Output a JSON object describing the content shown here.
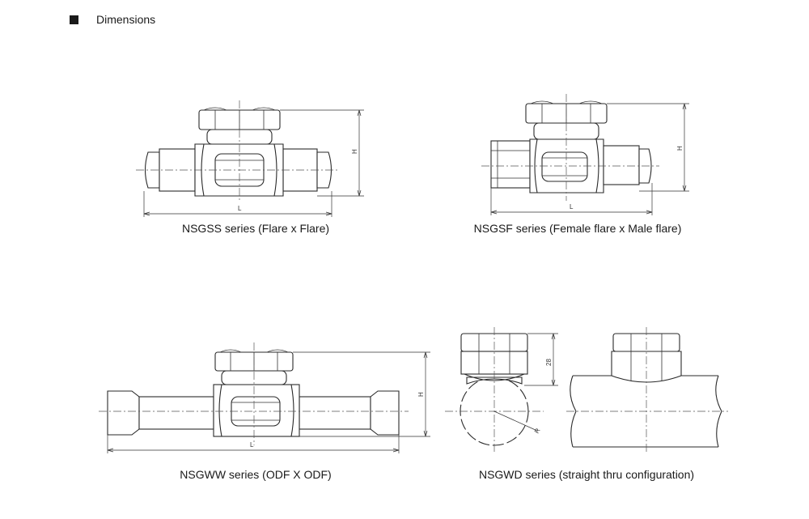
{
  "header": {
    "title": "Dimensions"
  },
  "drawings": [
    {
      "caption": "NSGSS series (Flare x Flare)",
      "dim_length": "L",
      "dim_height": "H"
    },
    {
      "caption": "NSGSF series (Female flare x Male flare)",
      "dim_length": "L",
      "dim_height": "H"
    },
    {
      "caption": "NSGWW series (ODF X ODF)",
      "dim_length": "L",
      "dim_height": "H"
    },
    {
      "caption": "NSGWD series (straight thru configuration)",
      "dim_height": "28",
      "dim_radius": "R"
    }
  ]
}
